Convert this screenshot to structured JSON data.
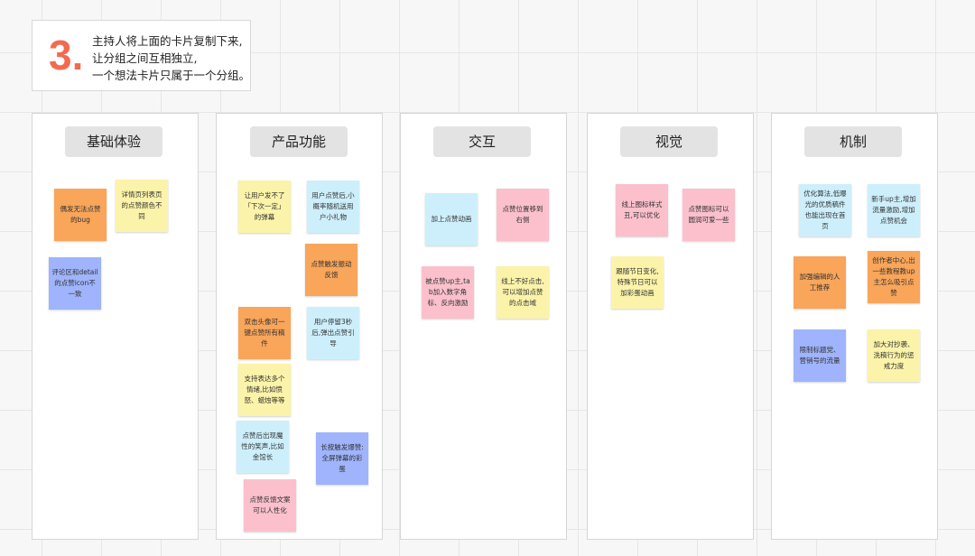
{
  "instruction": {
    "number": "3.",
    "line1": "主持人将上面的卡片复制下来,",
    "line2": "让分组之间互相独立,",
    "line3": "一个想法卡片只属于一个分组。"
  },
  "colors": {
    "orange": "#f9a55a",
    "yellow": "#fbf3a9",
    "blue": "#9fb4fc",
    "cyan": "#cdeffc",
    "pink": "#fbc0cc",
    "accent": "#f26b4f"
  },
  "groups": [
    {
      "title": "基础体验",
      "notes": [
        {
          "text": "偶发无法点赞的bug",
          "color": "orange"
        },
        {
          "text": "详情页列表页的点赞颜色不同",
          "color": "yellow"
        },
        {
          "text": "评论区和detail的点赞icon不一致",
          "color": "blue"
        }
      ]
    },
    {
      "title": "产品功能",
      "notes": [
        {
          "text": "让用户发不了「下次一定」的弹幕",
          "color": "yellow"
        },
        {
          "text": "用户点赞后,小概率随机送用户小礼物",
          "color": "cyan"
        },
        {
          "text": "点赞触发振动反馈",
          "color": "orange"
        },
        {
          "text": "双击头像可一键点赞所有稿件",
          "color": "orange"
        },
        {
          "text": "用户停留3秒后,弹出点赞引导",
          "color": "cyan"
        },
        {
          "text": "支持表达多个情绪,比如愤怒、蜡烛等等",
          "color": "yellow"
        },
        {
          "text": "点赞后出现魔性的笑声,比如金馆长",
          "color": "cyan"
        },
        {
          "text": "长按触发爆赞:全屏弹幕的彩蛋",
          "color": "blue"
        },
        {
          "text": "点赞反馈文案可以人性化",
          "color": "pink"
        }
      ]
    },
    {
      "title": "交互",
      "notes": [
        {
          "text": "加上点赞动画",
          "color": "cyan"
        },
        {
          "text": "点赞位置移到右侧",
          "color": "pink"
        },
        {
          "text": "被点赞up主,tab加入数字角标、反向激励",
          "color": "pink"
        },
        {
          "text": "线上不好点击,可以增加点赞的点击域",
          "color": "yellow"
        }
      ]
    },
    {
      "title": "视觉",
      "notes": [
        {
          "text": "线上图标样式丑,可以优化",
          "color": "pink"
        },
        {
          "text": "点赞图标可以圆润可爱一些",
          "color": "pink"
        },
        {
          "text": "跟随节日变化,特殊节日可以加彩蛋动画",
          "color": "yellow"
        }
      ]
    },
    {
      "title": "机制",
      "notes": [
        {
          "text": "优化算法,低曝光的优质稿件也能出现在首页",
          "color": "cyan"
        },
        {
          "text": "新手up主,增加流量激励,增加点赞机会",
          "color": "cyan"
        },
        {
          "text": "加强编辑的人工推荐",
          "color": "orange"
        },
        {
          "text": "创作者中心,出一些教程教up主怎么吸引点赞",
          "color": "orange"
        },
        {
          "text": "限制标题党、营销号的流量",
          "color": "blue"
        },
        {
          "text": "加大对抄袭、洗稿行为的惩戒力度",
          "color": "yellow"
        }
      ]
    }
  ]
}
